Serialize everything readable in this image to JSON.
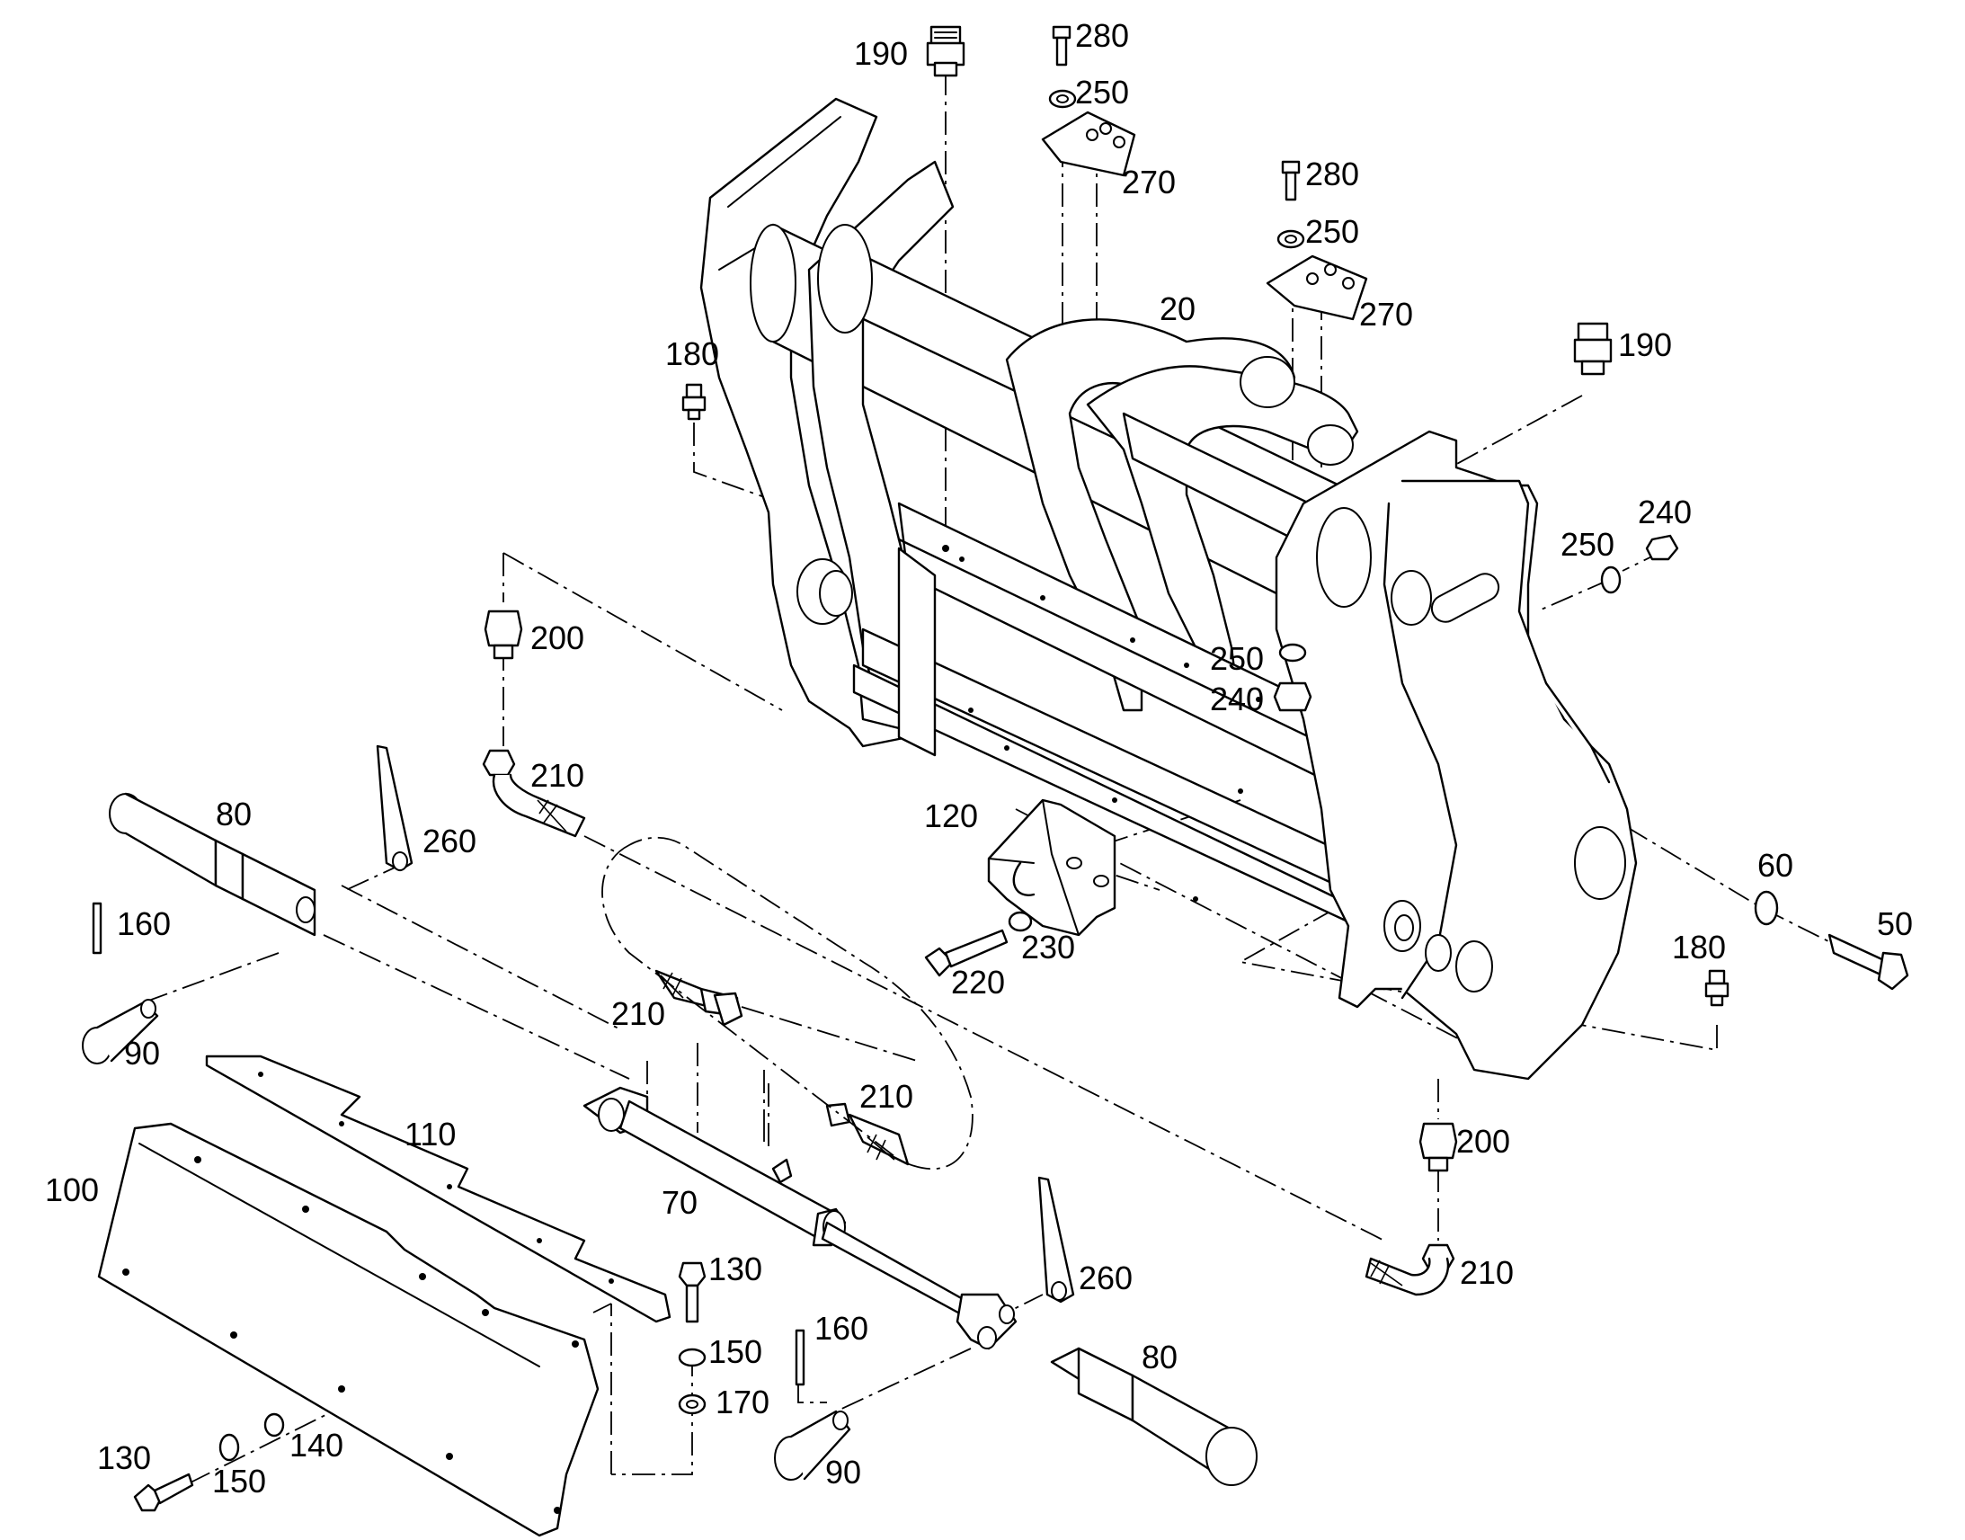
{
  "callouts": {
    "c20": "20",
    "c50": "50",
    "c60": "60",
    "c70": "70",
    "c80a": "80",
    "c80b": "80",
    "c90a": "90",
    "c90b": "90",
    "c100": "100",
    "c110": "110",
    "c120": "120",
    "c130a": "130",
    "c130b": "130",
    "c140": "140",
    "c150a": "150",
    "c150b": "150",
    "c160a": "160",
    "c160b": "160",
    "c170": "170",
    "c180a": "180",
    "c180b": "180",
    "c190a": "190",
    "c190b": "190",
    "c200a": "200",
    "c200b": "200",
    "c210a": "210",
    "c210b": "210",
    "c210c": "210",
    "c210d": "210",
    "c220": "220",
    "c230": "230",
    "c240a": "240",
    "c240b": "240",
    "c250a": "250",
    "c250b": "250",
    "c250c": "250",
    "c250d": "250",
    "c260a": "260",
    "c260b": "260",
    "c270a": "270",
    "c270b": "270",
    "c280a": "280",
    "c280b": "280"
  },
  "colors": {
    "line": "#000000",
    "background": "#ffffff"
  }
}
